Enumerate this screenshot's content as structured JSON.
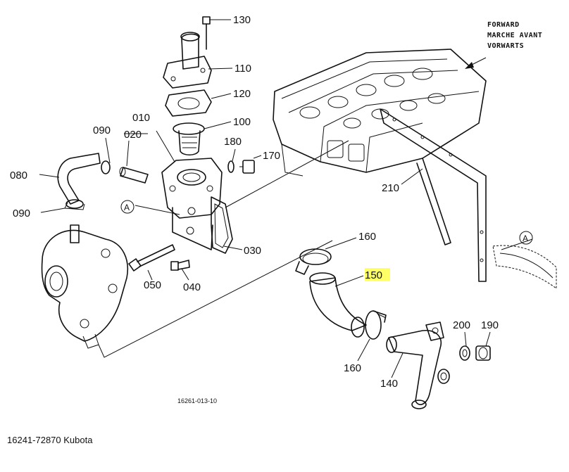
{
  "direction": {
    "line1": "FORWARD",
    "line2": "MARCHE AVANT",
    "line3": "VORWARTS"
  },
  "callouts": {
    "p130": "130",
    "p110": "110",
    "p120": "120",
    "p100": "100",
    "p010": "010",
    "p090a": "090",
    "p020": "020",
    "p180": "180",
    "p170": "170",
    "p080": "080",
    "p090b": "090",
    "pA1": "A",
    "p030": "030",
    "p050": "050",
    "p040": "040",
    "p160a": "160",
    "p150": "150",
    "p160b": "160",
    "p140": "140",
    "p200": "200",
    "p190": "190",
    "p210": "210",
    "pA2": "A"
  },
  "drawing_code": "16261-013-10",
  "caption": "16241-72870 Kubota",
  "highlight_color": "#ffff66"
}
